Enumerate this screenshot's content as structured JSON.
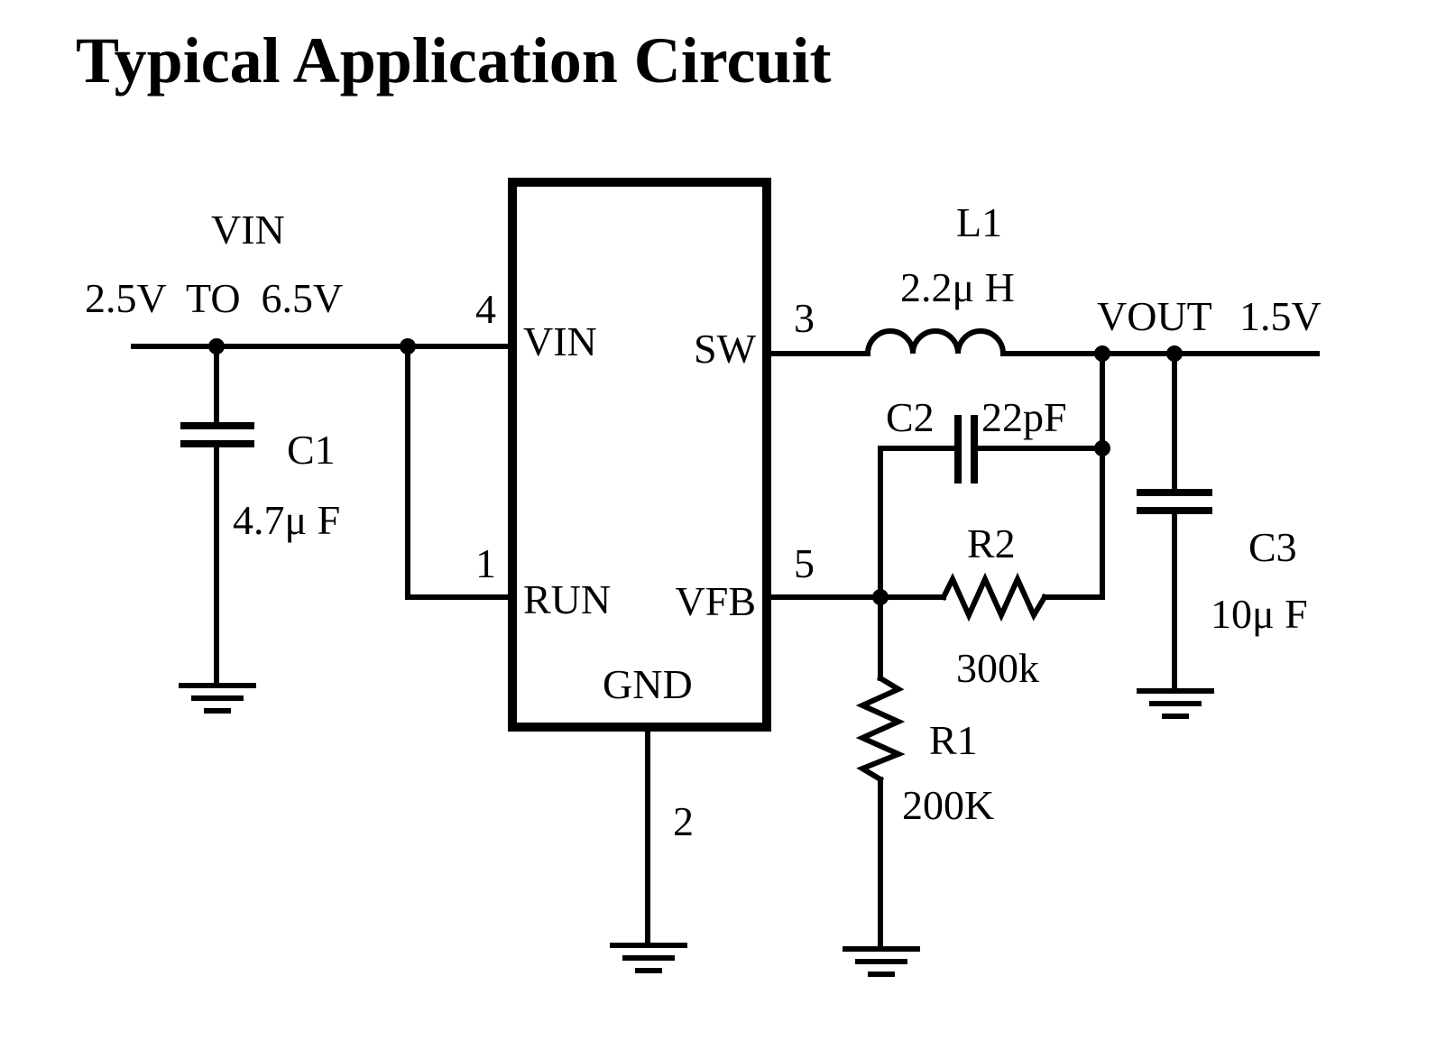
{
  "title": "Typical Application Circuit",
  "input": {
    "net": "VIN",
    "range": "2.5V  TO  6.5V"
  },
  "ic": {
    "pins": [
      {
        "number": "4",
        "name": "VIN"
      },
      {
        "number": "1",
        "name": "RUN"
      },
      {
        "number": "3",
        "name": "SW"
      },
      {
        "number": "5",
        "name": "VFB"
      },
      {
        "number": "2",
        "name": "GND"
      }
    ]
  },
  "components": {
    "C1": {
      "ref": "C1",
      "value": "4.7μ F"
    },
    "L1": {
      "ref": "L1",
      "value": "2.2μ H"
    },
    "C2": {
      "ref": "C2",
      "value": "22pF"
    },
    "R2": {
      "ref": "R2",
      "value": "300k"
    },
    "R1": {
      "ref": "R1",
      "value": "200K"
    },
    "C3": {
      "ref": "C3",
      "value": "10μ F"
    }
  },
  "output": {
    "net": "VOUT",
    "voltage": "1.5V"
  }
}
